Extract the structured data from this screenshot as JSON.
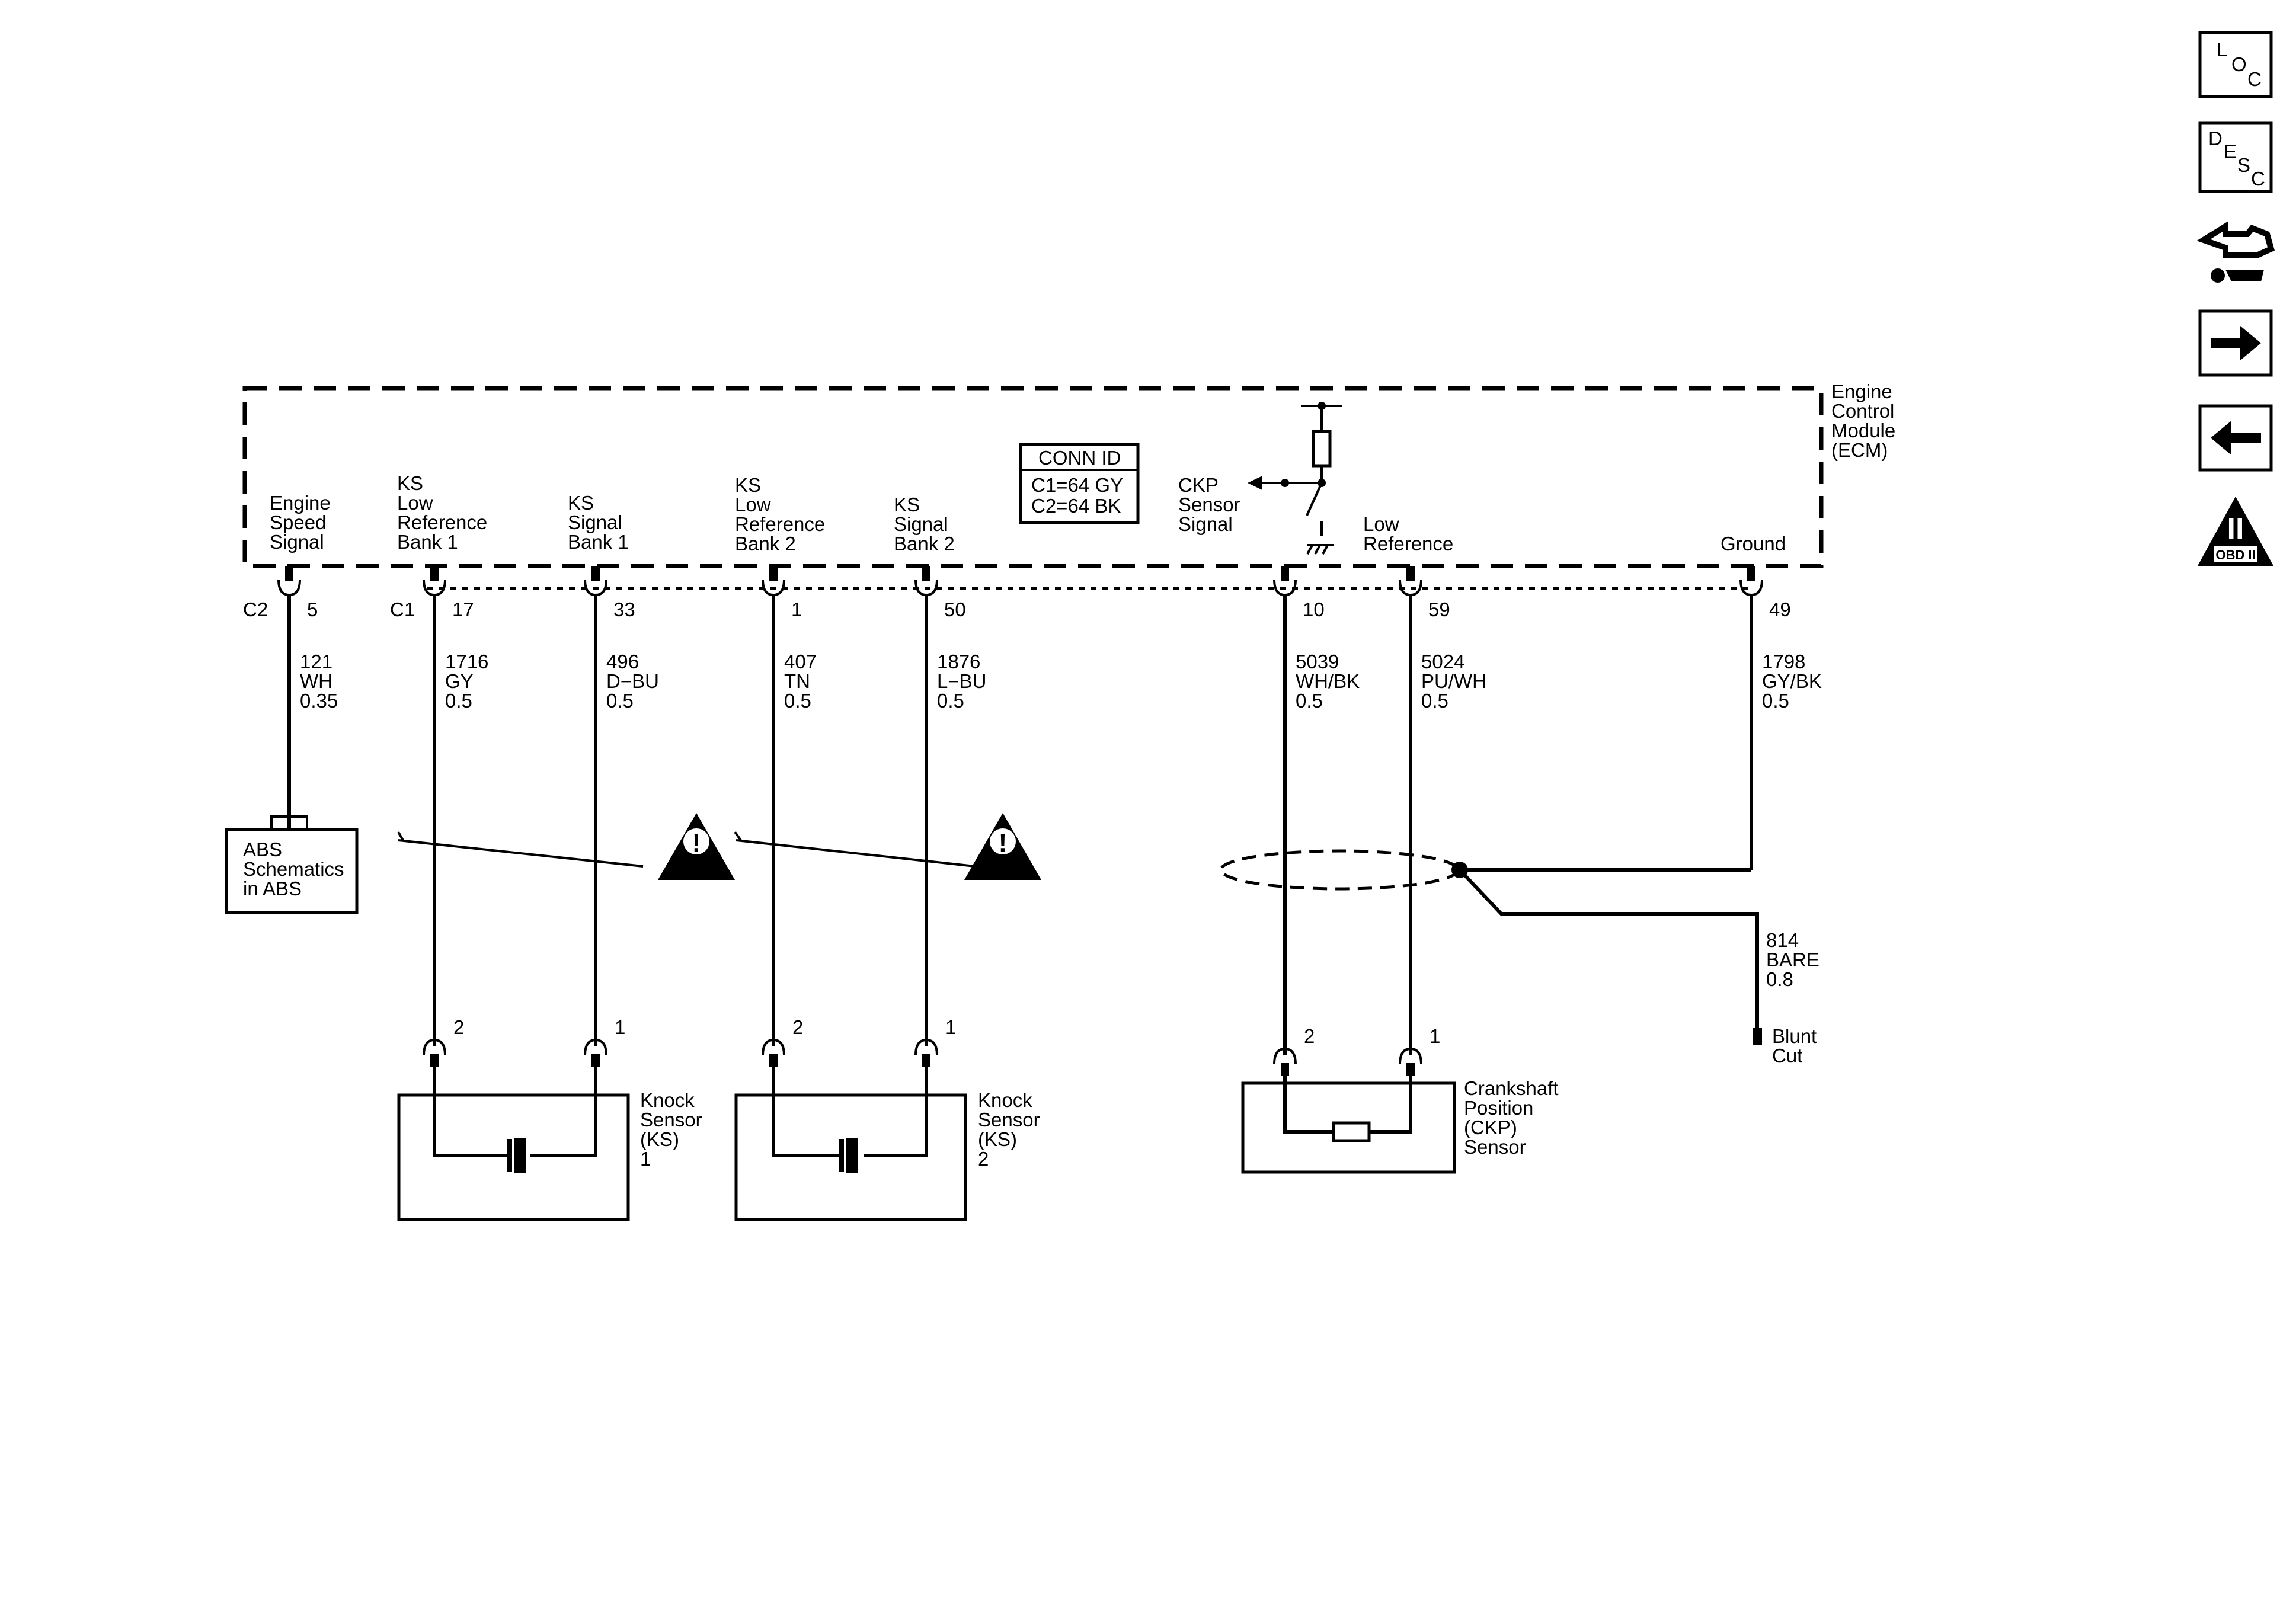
{
  "ecm": {
    "name_line1": "Engine",
    "name_line2": "Control",
    "name_line3": "Module",
    "name_line4": "(ECM)"
  },
  "conn_id": {
    "title": "CONN ID",
    "c1": "C1=64 GY",
    "c2": "C2=64 BK"
  },
  "connectors": {
    "c2": "C2",
    "c1": "C1"
  },
  "terminals": {
    "engine_speed": {
      "line1": "Engine",
      "line2": "Speed",
      "line3": "Signal",
      "pin": "5",
      "circuit": "121",
      "color": "WH",
      "gauge": "0.35"
    },
    "ks_low_b1": {
      "line1": "KS",
      "line2": "Low",
      "line3": "Reference",
      "line4": "Bank 1",
      "pin": "17",
      "circuit": "1716",
      "color": "GY",
      "gauge": "0.5",
      "sensor_pin": "2"
    },
    "ks_sig_b1": {
      "line1": "KS",
      "line2": "Signal",
      "line3": "Bank 1",
      "pin": "33",
      "circuit": "496",
      "color": "D−BU",
      "gauge": "0.5",
      "sensor_pin": "1"
    },
    "ks_low_b2": {
      "line1": "KS",
      "line2": "Low",
      "line3": "Reference",
      "line4": "Bank 2",
      "pin": "1",
      "circuit": "407",
      "color": "TN",
      "gauge": "0.5",
      "sensor_pin": "2"
    },
    "ks_sig_b2": {
      "line1": "KS",
      "line2": "Signal",
      "line3": "Bank 2",
      "pin": "50",
      "circuit": "1876",
      "color": "L−BU",
      "gauge": "0.5",
      "sensor_pin": "1"
    },
    "ckp_sig": {
      "line1": "CKP",
      "line2": "Sensor",
      "line3": "Signal",
      "pin": "10",
      "circuit": "5039",
      "color": "WH/BK",
      "gauge": "0.5",
      "sensor_pin": "2"
    },
    "low_ref": {
      "line1": "Low",
      "line2": "Reference",
      "pin": "59",
      "circuit": "5024",
      "color": "PU/WH",
      "gauge": "0.5",
      "sensor_pin": "1"
    },
    "ground": {
      "line1": "Ground",
      "pin": "49",
      "circuit": "1798",
      "color": "GY/BK",
      "gauge": "0.5"
    }
  },
  "abs": {
    "line1": "ABS",
    "line2": "Schematics",
    "line3": "in ABS"
  },
  "bare": {
    "circuit": "814",
    "color": "BARE",
    "gauge": "0.8",
    "end1": "Blunt",
    "end2": "Cut"
  },
  "ks1": {
    "line1": "Knock",
    "line2": "Sensor",
    "line3": "(KS)",
    "line4": "1"
  },
  "ks2": {
    "line1": "Knock",
    "line2": "Sensor",
    "line3": "(KS)",
    "line4": "2"
  },
  "ckp": {
    "line1": "Crankshaft",
    "line2": "Position",
    "line3": "(CKP)",
    "line4": "Sensor"
  },
  "side": {
    "loc_l": "L",
    "loc_o": "O",
    "loc_c": "C",
    "desc_d": "D",
    "desc_e": "E",
    "desc_s": "S",
    "desc_c": "C",
    "obd_big": "II",
    "obd_small": "OBD II"
  },
  "warning_glyph": "!"
}
